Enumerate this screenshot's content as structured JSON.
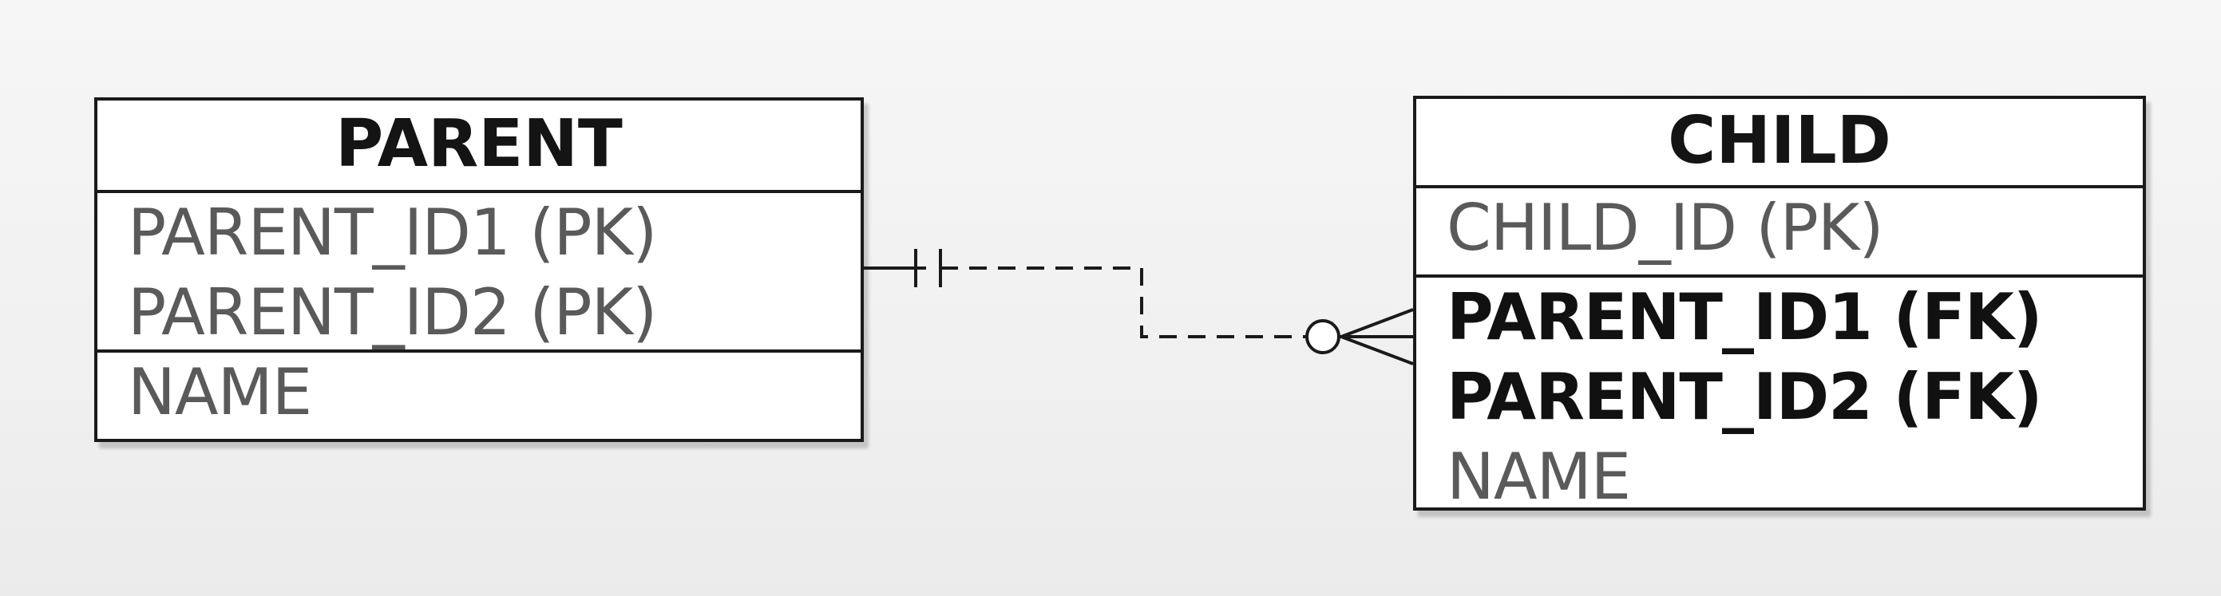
{
  "diagram": {
    "type": "entity-relationship",
    "entities": [
      {
        "id": "parent",
        "name": "PARENT",
        "key_attributes": [
          "PARENT_ID1 (PK)",
          "PARENT_ID2 (PK)"
        ],
        "attributes": [
          "NAME"
        ]
      },
      {
        "id": "child",
        "name": "CHILD",
        "key_attributes": [
          "CHILD_ID (PK)"
        ],
        "attributes": [
          "PARENT_ID1 (FK)",
          "PARENT_ID2 (FK)",
          "NAME"
        ]
      }
    ],
    "relationship": {
      "from": "PARENT",
      "to": "CHILD",
      "from_cardinality": "exactly one",
      "to_cardinality": "zero or many",
      "line_style": "dashed",
      "identifying": false
    }
  },
  "colors": {
    "line": "#1a1a1a",
    "entity_fill": "#ffffff",
    "pk_text": "#5a5a5a",
    "fk_text": "#111111",
    "background": "#f3f3f3"
  }
}
